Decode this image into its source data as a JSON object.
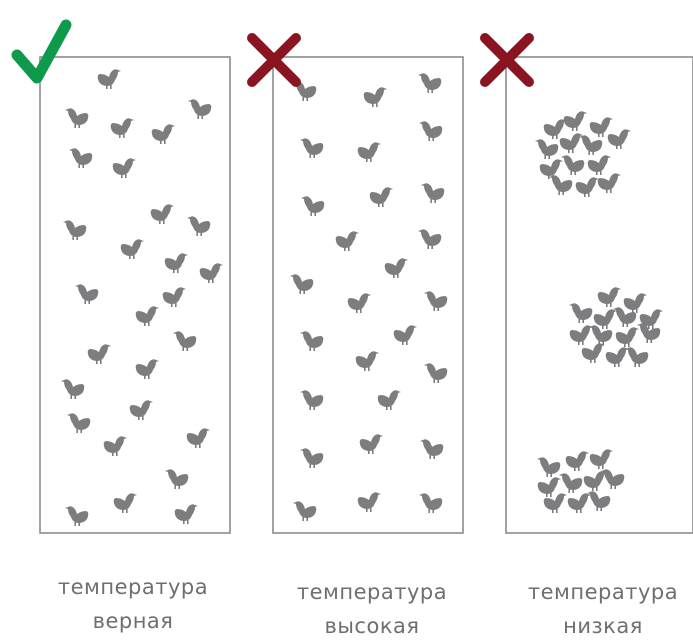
{
  "colors": {
    "bird": "#7d7c7f",
    "frame": "#8c8c8c",
    "check": "#0f9a4b",
    "cross": "#8a1520",
    "caption": "#6f6f6f"
  },
  "icons": {
    "bird": "chicken-icon",
    "correct": "checkmark-icon",
    "wrong": "cross-icon"
  },
  "panels": [
    {
      "id": "correct",
      "status_icon": "checkmark-icon",
      "bird_count": 31,
      "arrangement": "evenly spread",
      "caption": {
        "line1": "температура",
        "line2": "верная"
      }
    },
    {
      "id": "high",
      "status_icon": "cross-icon",
      "bird_count": 30,
      "arrangement": "spread in regular rows",
      "caption": {
        "line1": "температура",
        "line2": "высокая"
      }
    },
    {
      "id": "low",
      "status_icon": "cross-icon",
      "bird_count": 48,
      "arrangement": "huddled in three clusters",
      "caption": {
        "line1": "температура",
        "line2": "низкая"
      }
    }
  ]
}
